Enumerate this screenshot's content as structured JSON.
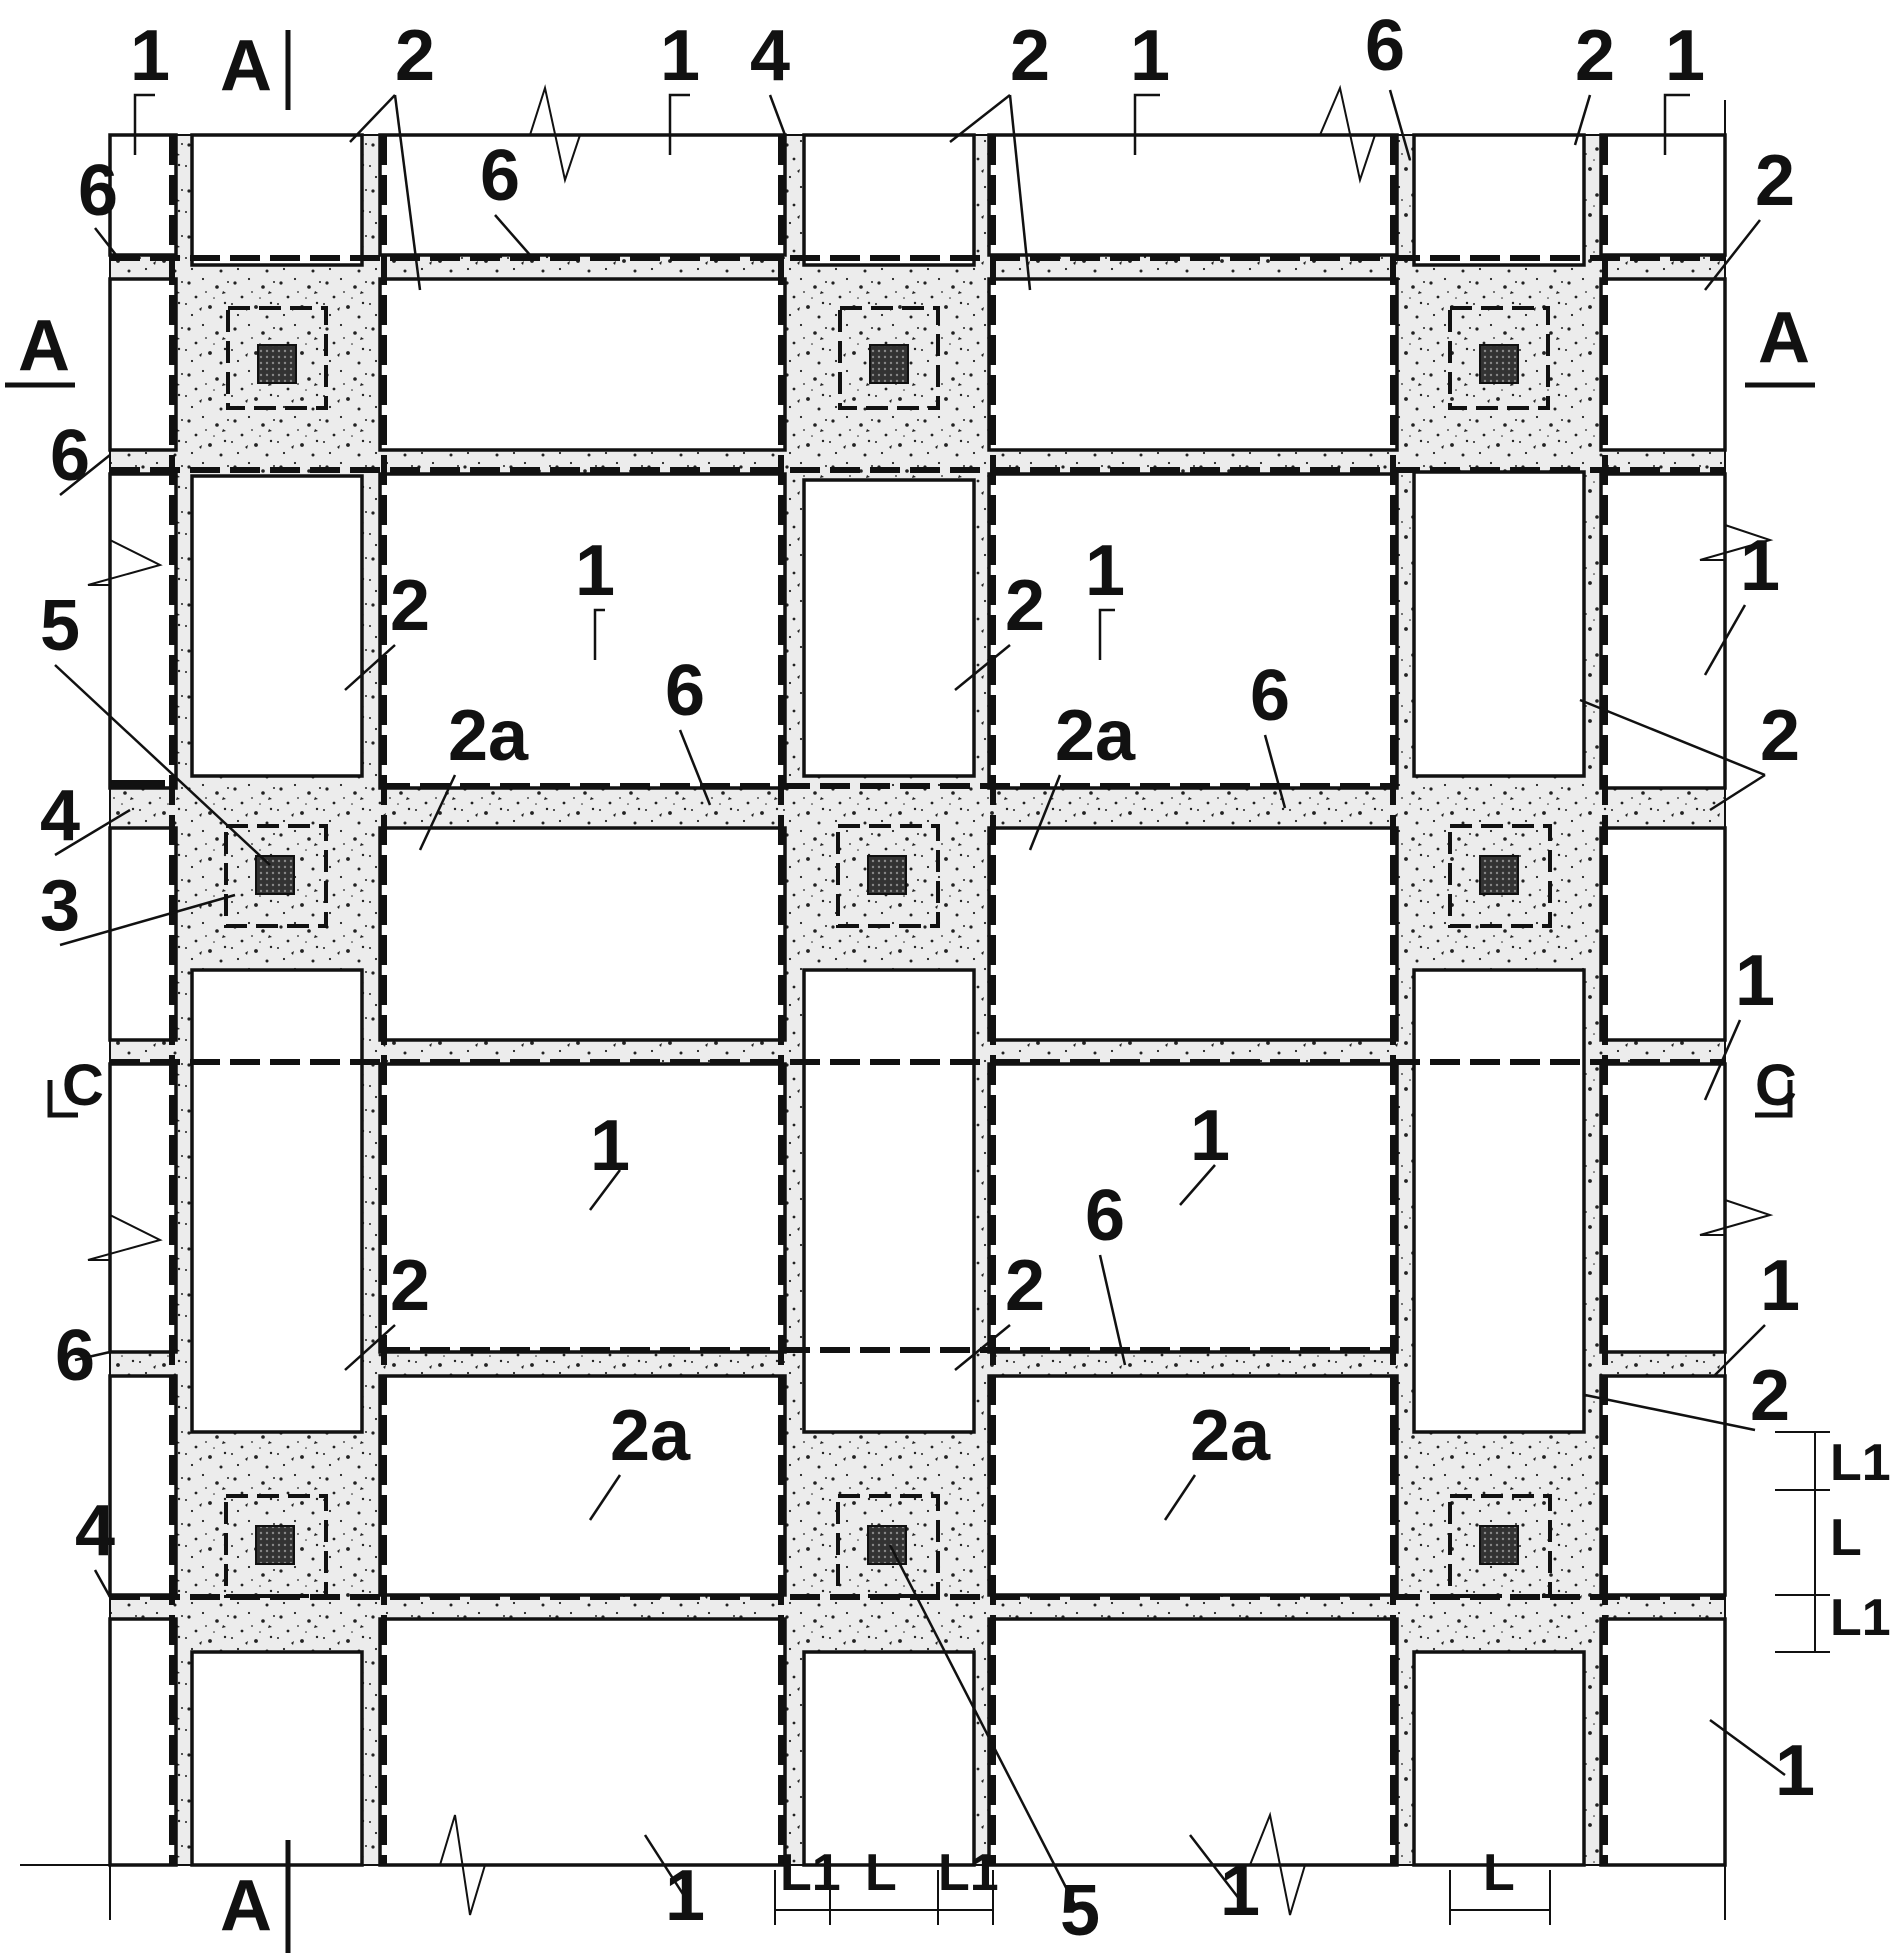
{
  "labels": {
    "block": "1",
    "block_2": "2",
    "block_2a": "2a",
    "core": "3",
    "tie": "4",
    "column": "5",
    "seam": "6",
    "dim_L": "L",
    "dim_L1": "L1",
    "section_A": "A",
    "section_C": "C"
  },
  "colors": {
    "line": "#111111",
    "concrete_fill": "#e8e8e8",
    "speckle": "#222222",
    "background": "#ffffff"
  }
}
